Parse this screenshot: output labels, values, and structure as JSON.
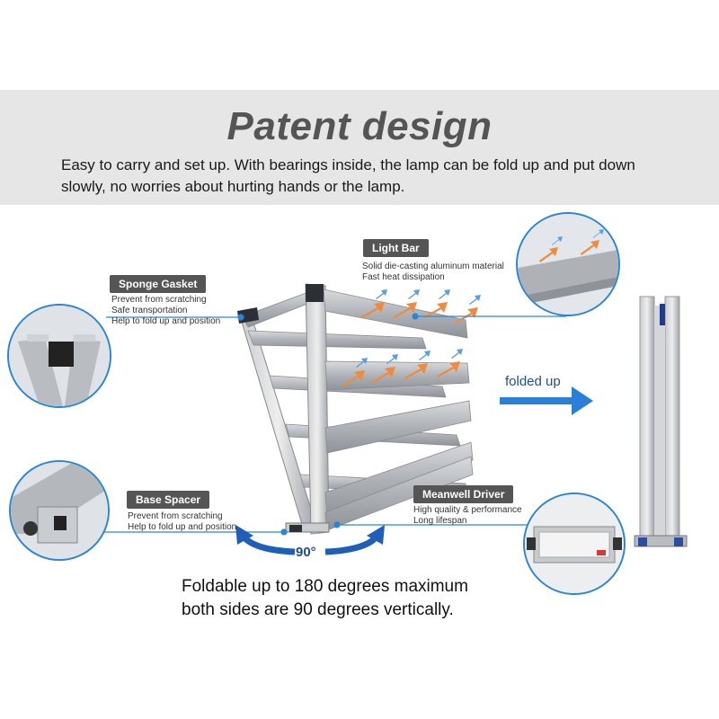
{
  "title": "Patent design",
  "subtitle": "Easy to carry and set up. With bearings inside, the lamp can be fold up and put down slowly, no worries about hurting hands or the lamp.",
  "callouts": {
    "sponge_gasket": {
      "label": "Sponge Gasket",
      "lines": [
        "Prevent from scratching",
        "Safe transportation",
        "Help to fold up and position"
      ]
    },
    "light_bar": {
      "label": "Light Bar",
      "lines": [
        "Solid die-casting aluminum material",
        "Fast heat dissipation"
      ]
    },
    "base_spacer": {
      "label": "Base Spacer",
      "lines": [
        "Prevent from scratching",
        "Help to fold up and position"
      ]
    },
    "meanwell_driver": {
      "label": "Meanwell Driver",
      "lines": [
        "High quality & performance",
        "Long lifespan"
      ]
    }
  },
  "folded_label": "folded up",
  "angle_label": "90°",
  "bottom_text": [
    "Foldable up to 180 degrees maximum",
    "both sides are 90 degrees vertically."
  ],
  "colors": {
    "accent": "#2a86d4",
    "arrow_blue": "#1f6fd1",
    "tag_bg": "#555555",
    "header_bg": "#e6e6e6",
    "heat_orange": "#f08a3c"
  }
}
